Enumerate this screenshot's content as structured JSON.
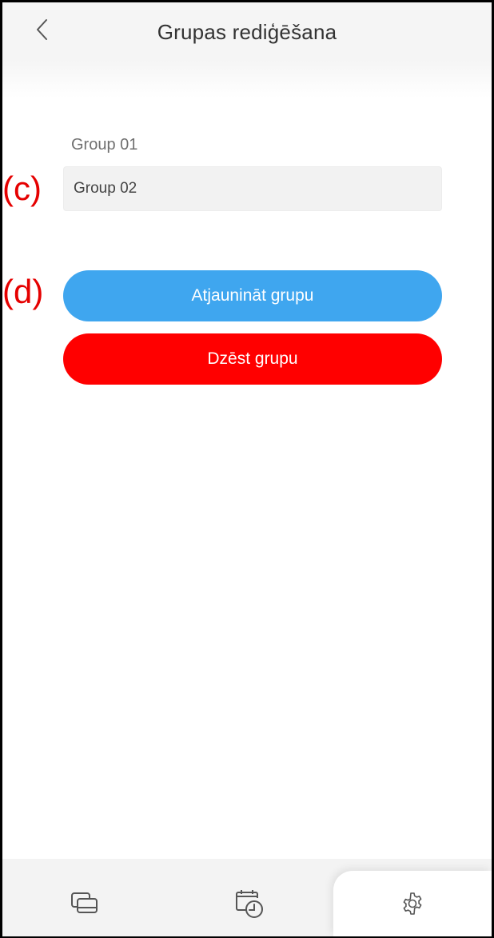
{
  "header": {
    "title": "Grupas rediģēšana",
    "back_icon": "chevron-left-icon"
  },
  "form": {
    "label": "Group 01",
    "input_value": "Group 02"
  },
  "buttons": {
    "update_label": "Atjaunināt grupu",
    "delete_label": "Dzēst grupu",
    "update_color": "#3fa6ef",
    "delete_color": "#ff0000"
  },
  "annotations": {
    "c": "(c)",
    "d": "(d)"
  },
  "tabbar": {
    "items": [
      {
        "icon": "devices-icon",
        "active": false
      },
      {
        "icon": "schedule-icon",
        "active": false
      },
      {
        "icon": "settings-gear-icon",
        "active": true
      }
    ]
  }
}
